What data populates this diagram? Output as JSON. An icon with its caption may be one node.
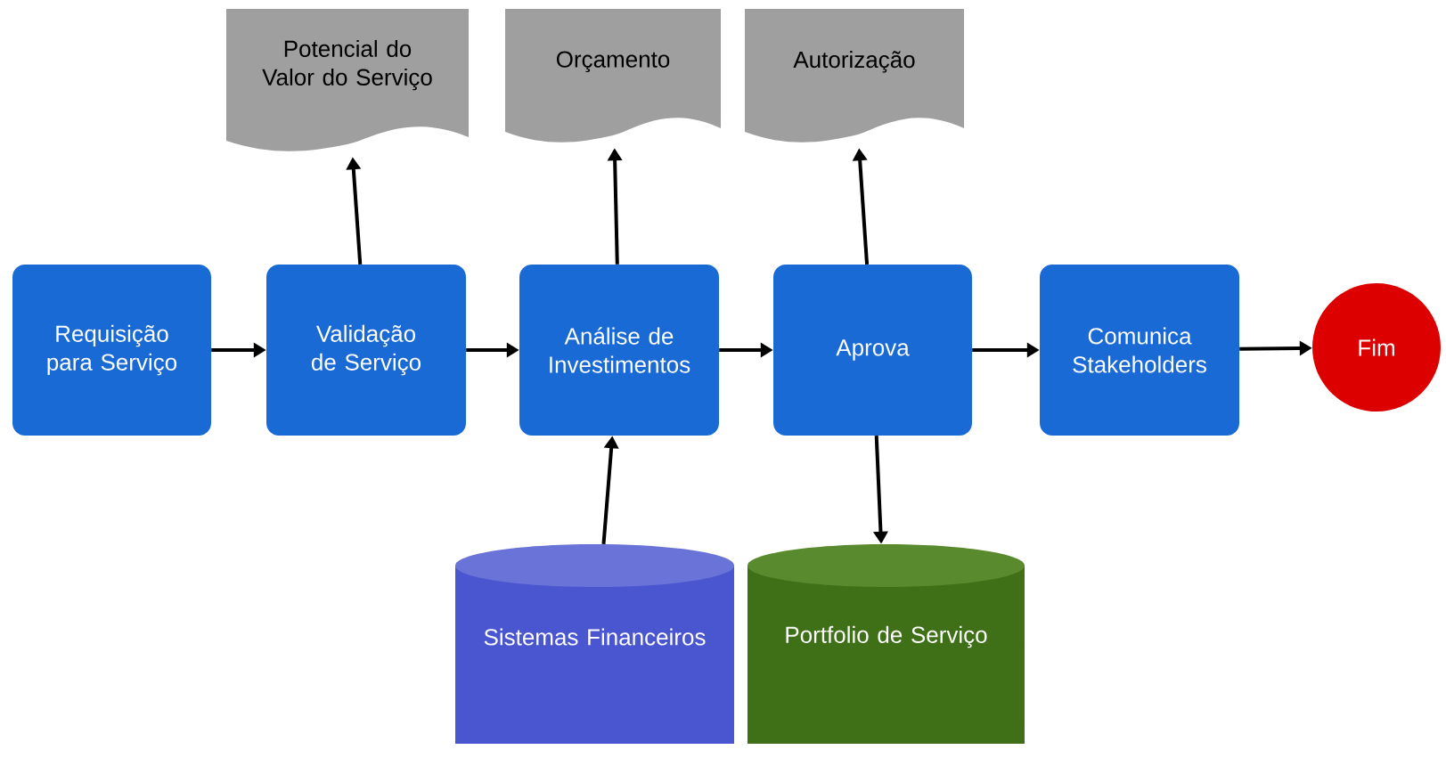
{
  "diagram": {
    "nodes": [
      {
        "text": [
          "Potencial do Valor do Serviço"
        ]
      },
      {
        "text": [
          "Orçamento"
        ]
      },
      {
        "text": [
          "Autorização"
        ]
      },
      {
        "text": [
          "Requisição para Serviço"
        ]
      },
      {
        "text": [
          "Validação de Serviço"
        ]
      },
      {
        "text": [
          "Análise de Investimentos"
        ]
      },
      {
        "text": [
          "Aprova"
        ]
      },
      {
        "text": [
          "Comunica Stakeholders"
        ]
      },
      {
        "text": [
          "Fim"
        ]
      },
      {
        "text": [
          "Sistemas Financeiros"
        ]
      },
      {
        "text": [
          "Portfolio de Serviço"
        ]
      }
    ],
    "edges": [
      {
        "from": 3,
        "to": 4,
        "arrow": "to"
      },
      {
        "from": 4,
        "to": 5,
        "arrow": "to"
      },
      {
        "from": 5,
        "to": 6,
        "arrow": "to"
      },
      {
        "from": 6,
        "to": 7,
        "arrow": "to"
      },
      {
        "from": 7,
        "to": 8,
        "arrow": "to"
      },
      {
        "from": 4,
        "to": 0,
        "arrow": "to"
      },
      {
        "from": 5,
        "to": 1,
        "arrow": "to"
      },
      {
        "from": 6,
        "to": 2,
        "arrow": "to"
      },
      {
        "from": 9,
        "to": 5,
        "arrow": "to"
      },
      {
        "from": 6,
        "to": 10,
        "arrow": "to"
      }
    ]
  }
}
